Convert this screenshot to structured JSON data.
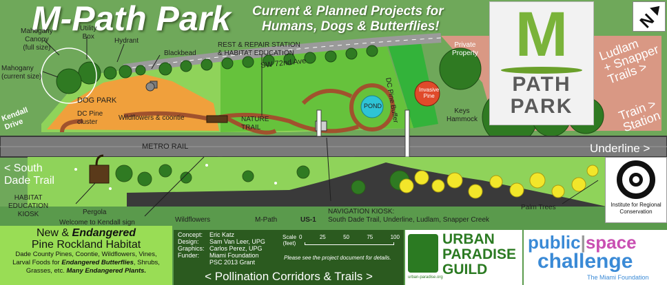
{
  "header": {
    "title": "M-Path Park",
    "subtitle_line1": "Current & Planned Projects for",
    "subtitle_line2": "Humans, Dogs & Butterflies!"
  },
  "logo": {
    "letter": "M",
    "word1": "PATH",
    "word2": "PARK"
  },
  "compass": {
    "letter": "N"
  },
  "labels": {
    "mahogany_canopy_1": "Mahogany",
    "mahogany_canopy_2": "Canopy",
    "mahogany_canopy_3": "(full size)",
    "mahogany_current_1": "Mahogany",
    "mahogany_current_2": "(current size)",
    "utility_box_1": "Utility",
    "utility_box_2": "Box",
    "hydrant": "Hydrant",
    "blackbead": "Blackbead",
    "rest_station_1": "REST & REPAIR STATION",
    "rest_station_2": "& HABITAT EDUCATION",
    "sw72": "SW 72nd Ave",
    "dc_pine_buffer": "DC Pine Buffer",
    "private_property_1": "Private",
    "private_property_2": "Property",
    "invasive_pine_1": "Invasive",
    "invasive_pine_2": "Pine",
    "pond": "POND",
    "keys_hammock_1": "Keys",
    "keys_hammock_2": "Hammock",
    "dog_park": "DOG PARK",
    "dc_pine_cluster_1": "DC Pine",
    "dc_pine_cluster_2": "cluster",
    "wildflowers_coontie": "Wildflowers & coontie",
    "nature_trail_1": "NATURE",
    "nature_trail_2": "TRAIL",
    "kendall_drive_1": "Kendall",
    "kendall_drive_2": "Drive",
    "metro_rail": "METRO RAIL",
    "ludlam_1": "Ludlam",
    "ludlam_2": "+ Snapper",
    "ludlam_3": "Trails >",
    "train_1": "Train >",
    "train_2": "Station",
    "underline": "Underline >",
    "south_dade_1": "< South",
    "south_dade_2": "Dade Trail",
    "habitat_kiosk_1": "HABITAT",
    "habitat_kiosk_2": "EDUCATION",
    "habitat_kiosk_3": "KIOSK",
    "pergola": "Pergola",
    "welcome_sign": "Welcome to Kendall sign",
    "wildflowers": "Wildflowers",
    "m_path": "M-Path",
    "us1": "US-1",
    "nav_kiosk_1": "NAVIGATION KIOSK:",
    "nav_kiosk_2": "South Dade Trail, Underline, Ludlam, Snapper Creek",
    "palm_trees": "Palm Trees",
    "irc_1": "Institute for Regional",
    "irc_2": "Conservation"
  },
  "habitat_box": {
    "line1_plain": "New & ",
    "line1_em": "Endangered",
    "line2": "Pine Rockland Habitat",
    "line3": "Dade County Pines, Coontie, Wildflowers, Vines,",
    "line4_plain": "Larval Foods for ",
    "line4_em": "Endangered Butterflies",
    "line4_end": ", Shrubs,",
    "line5_plain": "Grasses, etc. ",
    "line5_em": "Many Endangered Plants."
  },
  "credits": {
    "rows": [
      {
        "role": "Concept:",
        "name": "Eric Katz"
      },
      {
        "role": "Design:",
        "name": "Sam Van Leer, UPG"
      },
      {
        "role": "Graphics:",
        "name": "Carlos Perez, UPG"
      },
      {
        "role": "Funder:",
        "name": "Miami Foundation"
      },
      {
        "role": "",
        "name": "PSC 2013 Grant"
      }
    ],
    "scale_label_1": "Scale",
    "scale_label_2": "(feet)",
    "scale_ticks": [
      "0",
      "25",
      "50",
      "75",
      "100"
    ],
    "note": "Please see the project document for details.",
    "footer": "< Pollination Corridors & Trails >"
  },
  "upg": {
    "line1": "URBAN",
    "line2": "PARADISE",
    "line3": "GUILD",
    "url": "urban-paradise.org"
  },
  "psc": {
    "line1a": "public",
    "line1b": "space",
    "line2": "challenge",
    "line3": "The Miami Foundation"
  },
  "colors": {
    "grass": "#6fa85a",
    "lawn": "#8fd35a",
    "dog_park": "#f0a03c",
    "private_property": "#d99884",
    "rail": "#7a7a7a",
    "path": "#3a3a3a",
    "trail": "#a0522d",
    "pond": "#2ec4d6",
    "yellow_flowers": "#f2e62a",
    "dark_tree": "#2f7a22",
    "credits_bg": "#2b5a1f",
    "habitat_bg": "#99dd55"
  }
}
